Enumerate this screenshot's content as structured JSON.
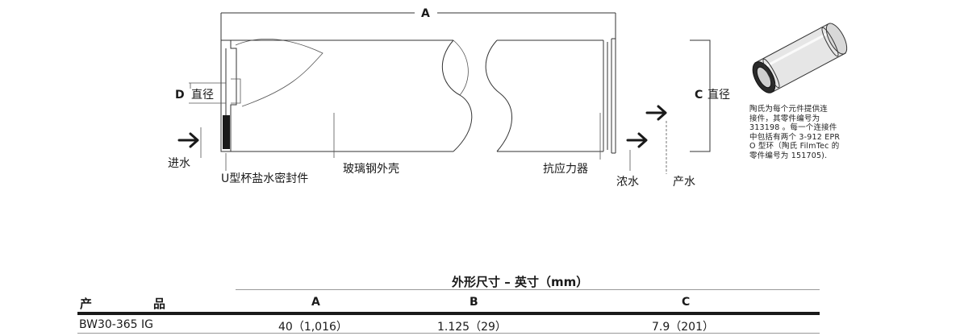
{
  "diagram": {
    "dimension_a": "A",
    "dimension_d": "D",
    "diameter": "直径",
    "dimension_c": "C",
    "feed_water": "进水",
    "brine_seal": "U型杯盐水密封件",
    "fiberglass_shell": "玻璃钢外壳",
    "anti_telescoping_device": "抗应力器",
    "concentrate": "浓水",
    "permeate": "产水"
  },
  "note": {
    "lines": [
      "陶氏为每个元件提供连",
      "接件，其零件编号为",
      "313198 。每一个连接件",
      "中包括有两个 3-912 EPR",
      "O 型环（陶氏 FilmTec 的",
      "零件编号为 151705)."
    ]
  },
  "table": {
    "title": "外形尺寸 – 英寸（mm）",
    "product_header_1": "产",
    "product_header_2": "品",
    "columns": [
      "A",
      "B",
      "C"
    ],
    "rows": [
      {
        "product": "BW30-365 IG",
        "a": "40（1,016）",
        "b": "1.125（29）",
        "c": "7.9（201）"
      }
    ]
  }
}
